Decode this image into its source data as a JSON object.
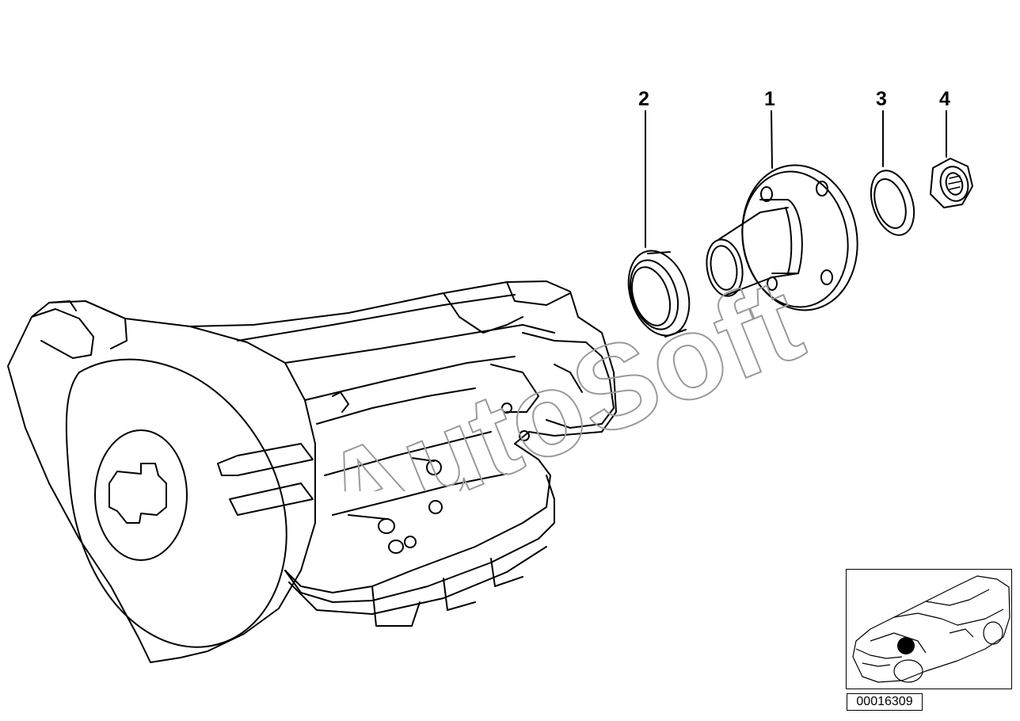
{
  "diagram": {
    "callouts": [
      {
        "number": "1",
        "part": "output flange"
      },
      {
        "number": "2",
        "part": "shaft seal"
      },
      {
        "number": "3",
        "part": "washer ring"
      },
      {
        "number": "4",
        "part": "collar nut"
      }
    ],
    "diagram_code": "00016309",
    "watermark": "AutoSoft",
    "inset": {
      "icon": "car-location-icon",
      "marker_color": "#000000"
    }
  }
}
